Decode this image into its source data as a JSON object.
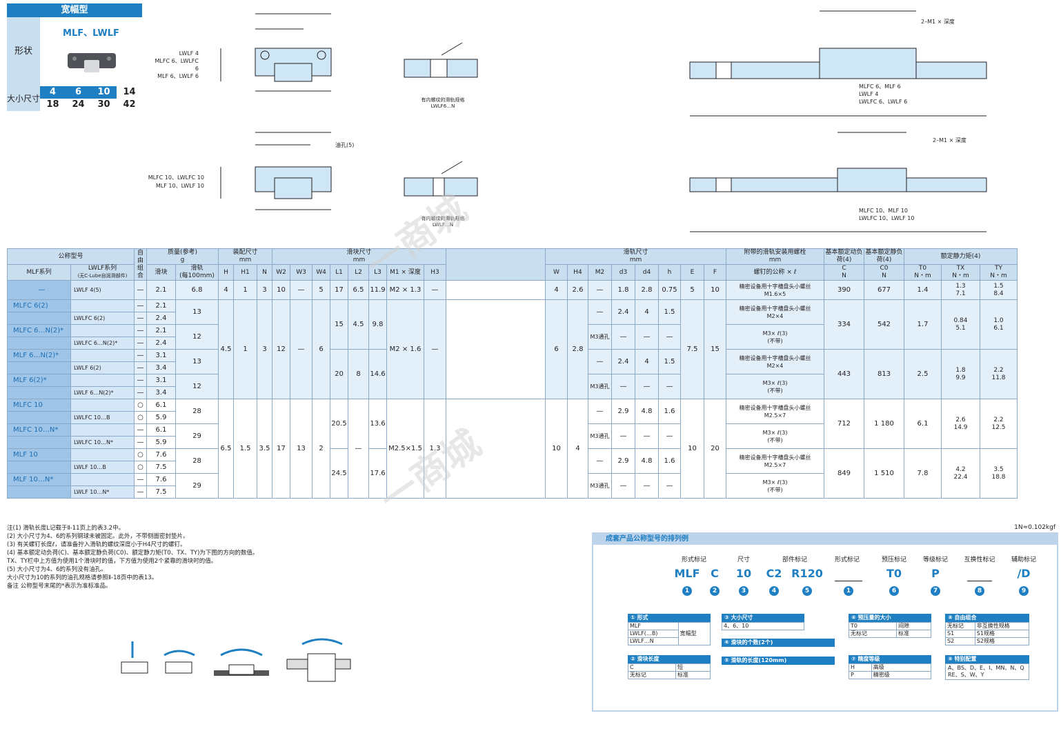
{
  "header": {
    "title": "宽幅型",
    "shape_label": "形状",
    "series": "MLF、LWLF",
    "size_label": "大小尺寸",
    "sizes_top": [
      "4",
      "6",
      "10",
      "14"
    ],
    "sizes_bottom": [
      "18",
      "24",
      "30",
      "42"
    ]
  },
  "drawings": {
    "labels_a": [
      "LWLF 4",
      "MLFC 6、LWLFC 6",
      "MLF 6、LWLF 6"
    ],
    "labels_b": [
      "MLFC 10、LWLFC 10",
      "MLF 10、LWLF 10"
    ],
    "caption_a": [
      "有内螺纹的滑轨规格",
      "LWLF6…N"
    ],
    "caption_b": [
      "有内螺纹的滑轨规格",
      "LWLF…N"
    ],
    "side_a": [
      "MLFC 6、MLF 6",
      "LWLF 4",
      "LWLFC 6、LWLF 6"
    ],
    "side_b": [
      "MLFC 10、MLF 10",
      "LWLFC 10、LWLF 10"
    ],
    "oil_hole": "油孔(5)",
    "depth_label": "2–M1 × 深度"
  },
  "table": {
    "h_model": "公称型号",
    "h_mlf": "MLF系列",
    "h_lwlf": "LWLF系列",
    "h_lwlf_sub": "(无C-Lube自润滑部件)",
    "h_free": "自由组合",
    "h_mass": "质量(参考)",
    "h_mass_unit": "g",
    "h_slider": "滑块",
    "h_rail": "滑轨",
    "h_rail_sub": "(每100mm)",
    "h_assembly": "装配尺寸",
    "h_block": "滑块尺寸",
    "h_railsz": "滑轨尺寸",
    "h_mm": "mm",
    "h_screw": "附带的滑轨安装用螺栓",
    "h_screw_sub": "螺钉的公称 × ℓ",
    "h_c": "基本额定动负荷(4)",
    "h_c0": "基本额定静负荷(4)",
    "h_moment": "额定静力矩(4)",
    "h_n": "N",
    "h_nm": "N・m",
    "cols_assembly": [
      "H",
      "H1",
      "N"
    ],
    "cols_block": [
      "W2",
      "W3",
      "W4",
      "L1",
      "L2",
      "L3",
      "M1 × 深度",
      "H3"
    ],
    "cols_rail": [
      "W",
      "H4",
      "M2",
      "d3",
      "d4",
      "h",
      "E",
      "F"
    ],
    "cols_load": [
      "C",
      "C0"
    ],
    "cols_moment": [
      "T0",
      "TX",
      "TY"
    ],
    "rows": [
      {
        "mlf": "—",
        "lwlf": "LWLF 4(5)",
        "free": "—",
        "slider": "2.1",
        "rail": "6.8"
      },
      {
        "mlf": "MLFC 6(2)",
        "lwlf": "",
        "free": "—",
        "slider": "2.1"
      },
      {
        "mlf": "",
        "lwlf": "LWLFC 6(2)",
        "free": "—",
        "slider": "2.4"
      },
      {
        "mlf": "MLFC 6…N(2)*",
        "lwlf": "",
        "free": "—",
        "slider": "2.1"
      },
      {
        "mlf": "",
        "lwlf": "LWLFC 6…N(2)*",
        "free": "—",
        "slider": "2.4"
      },
      {
        "mlf": "MLF 6…N(2)*",
        "lwlf": "",
        "free": "—",
        "slider": "3.1"
      },
      {
        "mlf": "",
        "lwlf": "LWLF 6(2)",
        "free": "—",
        "slider": "3.4"
      },
      {
        "mlf": "MLF 6(2)*",
        "lwlf": "",
        "free": "—",
        "slider": "3.1"
      },
      {
        "mlf": "",
        "lwlf": "LWLF 6…N(2)*",
        "free": "—",
        "slider": "3.4"
      },
      {
        "mlf": "MLFC 10",
        "lwlf": "",
        "free": "○",
        "slider": "6.1"
      },
      {
        "mlf": "",
        "lwlf": "LWLFC 10…B",
        "free": "○",
        "slider": "5.9"
      },
      {
        "mlf": "MLFC 10…N*",
        "lwlf": "",
        "free": "—",
        "slider": "6.1"
      },
      {
        "mlf": "",
        "lwlf": "LWLFC 10…N*",
        "free": "—",
        "slider": "5.9"
      },
      {
        "mlf": "MLF 10",
        "lwlf": "",
        "free": "○",
        "slider": "7.6"
      },
      {
        "mlf": "",
        "lwlf": "LWLF 10…B",
        "free": "○",
        "slider": "7.5"
      },
      {
        "mlf": "MLF 10…N*",
        "lwlf": "",
        "free": "—",
        "slider": "7.6"
      },
      {
        "mlf": "",
        "lwlf": "LWLF 10…N*",
        "free": "—",
        "slider": "7.5"
      }
    ],
    "r4": {
      "H": "4",
      "H1": "1",
      "N": "3",
      "W2": "10",
      "W3": "—",
      "W4": "5",
      "L1": "17",
      "L2": "6.5",
      "L3": "11.9",
      "M1": "M2 × 1.3",
      "H3": "—",
      "W": "4",
      "H4": "2.6",
      "M2": "—",
      "d3": "1.8",
      "d4": "2.8",
      "h": "0.75",
      "E": "5",
      "F": "10",
      "screw": "精密设备用十字槽盘头小螺丝",
      "screw2": "M1.6×5",
      "C": "390",
      "C0": "677",
      "T0": "1.4",
      "TX": "1.3",
      "TX2": "7.1",
      "TY": "1.5",
      "TY2": "8.4"
    },
    "r6": {
      "rail_a": "13",
      "rail_b": "12",
      "rail_c": "13",
      "rail_d": "12",
      "H": "4.5",
      "H1": "1",
      "N": "3",
      "W2": "12",
      "W3": "—",
      "W4": "6",
      "L1a": "15",
      "L2a": "4.5",
      "L3a": "9.8",
      "L1b": "20",
      "L2b": "8",
      "L3b": "14.6",
      "M1": "M2 × 1.6",
      "H3": "—",
      "W": "6",
      "H4": "2.8",
      "E": "7.5",
      "F": "15",
      "M2a": "—",
      "d3a": "2.4",
      "d4a": "4",
      "ha": "1.5",
      "M2b": "M3通孔",
      "d3b": "—",
      "d4b": "—",
      "hb": "—",
      "screw_a": "精密设备用十字槽盘头小螺丝",
      "screw_a2": "M2×4",
      "screw_b": "M3× ℓ(3)",
      "screw_b2": "(不带)",
      "Ca": "334",
      "C0a": "542",
      "T0a": "1.7",
      "TXa": "0.84",
      "TXa2": "5.1",
      "TYa": "1.0",
      "TYa2": "6.1",
      "Cb": "443",
      "C0b": "813",
      "T0b": "2.5",
      "TXb": "1.8",
      "TXb2": "9.9",
      "TYb": "2.2",
      "TYb2": "11.8"
    },
    "r10": {
      "rail_a": "28",
      "rail_b": "29",
      "rail_c": "28",
      "rail_d": "29",
      "H": "6.5",
      "H1": "1.5",
      "N": "3.5",
      "W2": "17",
      "W3": "13",
      "W4": "2",
      "L1a": "20.5",
      "L3a": "13.6",
      "L1b": "24.5",
      "L3b": "17.6",
      "L2": "—",
      "M1": "M2.5×1.5",
      "H3": "1.3",
      "W": "10",
      "H4": "4",
      "E": "10",
      "F": "20",
      "M2a": "—",
      "d3a": "2.9",
      "d4a": "4.8",
      "ha": "1.6",
      "M2b": "M3通孔",
      "d3b": "—",
      "d4b": "—",
      "hb": "—",
      "screw_a": "精密设备用十字槽盘头小螺丝",
      "screw_a2": "M2.5×7",
      "screw_b": "M3× ℓ(3)",
      "screw_b2": "(不带)",
      "Ca": "712",
      "C0a": "1 180",
      "T0a": "6.1",
      "TXa": "2.6",
      "TXa2": "14.9",
      "TYa": "2.2",
      "TYa2": "12.5",
      "Cb": "849",
      "C0b": "1 510",
      "T0b": "7.8",
      "TXb": "4.2",
      "TXb2": "22.4",
      "TYb": "3.5",
      "TYb2": "18.8"
    }
  },
  "notes": [
    "注(1)  滑轨长度L记载于Ⅱ-11页上的表3.2中。",
    "  (2)  大小尺寸为4、6的系列钢球未被固定。此外，不带侧面密封垫片。",
    "  (3)  有关螺钉长度ℓ，请准备拧入滑轨的螺纹深度小于H4尺寸的螺钉。",
    "  (4)  基本额定动负荷(C)、基本额定静负荷(C0)、额定静力矩(T0、TX、TY)为下图的方向的数值。",
    "        TX、TY栏中上方值为使用1个滑块时的值，下方值为使用2个紧靠的滑块时的值。",
    "  (5)  大小尺寸为4、6的系列没有油孔。",
    "        大小尺寸为10的系列的油孔规格请参照Ⅱ-18页中的表13。",
    "备注   公称型号末尾的*表示为准标准品。"
  ],
  "unit_note": "1N≈0.102kgf",
  "order": {
    "title": "成套产品公称型号的排列例",
    "labels": [
      "形式标记",
      "尺寸",
      "部件标记",
      "形式标记",
      "预压标记",
      "等级标记",
      "互换性标记",
      "辅助标记"
    ],
    "values": [
      "MLF",
      "C",
      "10",
      "C2",
      "R120",
      "",
      "T0",
      "P",
      "",
      "/D"
    ],
    "numbers": [
      "1",
      "2",
      "3",
      "4",
      "5",
      "1",
      "6",
      "7",
      "8",
      "9"
    ],
    "legend": {
      "l1": {
        "title": "① 形式",
        "rows": [
          [
            "MLF",
            ""
          ],
          [
            "LWLF(…B)",
            "宽幅型"
          ],
          [
            "LWLF…N",
            ""
          ]
        ]
      },
      "l2": {
        "title": "② 滑块长度",
        "rows": [
          [
            "C",
            "短"
          ],
          [
            "无标记",
            "标准"
          ]
        ]
      },
      "l3": {
        "title": "③ 大小尺寸",
        "rows": [
          [
            "4、6、10",
            ""
          ]
        ]
      },
      "l4": {
        "title": "④ 滑块的个数(2个)"
      },
      "l5": {
        "title": "⑤ 滑轨的长度(120mm)"
      },
      "l6": {
        "title": "⑥ 预压量的大小",
        "rows": [
          [
            "T0",
            "间隙"
          ],
          [
            "无标记",
            "标准"
          ]
        ]
      },
      "l7": {
        "title": "⑦ 精度等级",
        "rows": [
          [
            "H",
            "高级"
          ],
          [
            "P",
            "精密级"
          ]
        ]
      },
      "l8": {
        "title": "⑧ 自由组合",
        "rows": [
          [
            "无标记",
            "非互换性规格"
          ],
          [
            "S1",
            "S1规格"
          ],
          [
            "S2",
            "S2规格"
          ]
        ]
      },
      "l9": {
        "title": "⑨ 特别配置",
        "rows": [
          [
            "A、BS、D、E、Ⅰ、MN、N、Q",
            ""
          ],
          [
            "RE、S、W、Y",
            ""
          ]
        ]
      }
    }
  },
  "colors": {
    "blue": "#1f7fc3",
    "light": "#c9dff0",
    "rail": "#cfe6f6"
  }
}
